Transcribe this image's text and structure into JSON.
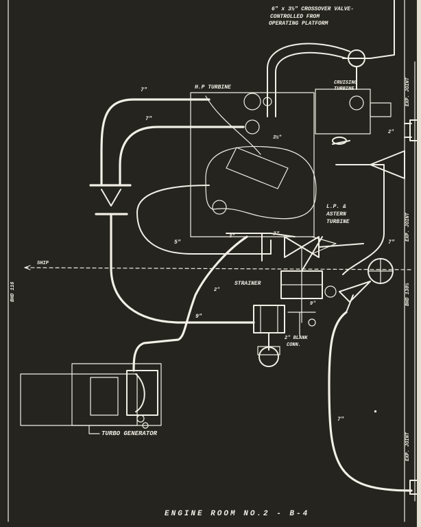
{
  "labels": {
    "crossover_valve": [
      "6\" x 3½\" CROSSOVER VALVE-",
      "CONTROLLED FROM",
      "OPERATING PLATFORM"
    ],
    "hp_turbine": "H.P TURBINE",
    "cruising_turbine": [
      "CRUISING",
      "TURBINE"
    ],
    "lp_astern_turbine": [
      "L.P. &",
      "ASTERN",
      "TURBINE"
    ],
    "strainer": "STRAINER",
    "blank_conn": [
      "2\" BLANK",
      "CONN."
    ],
    "turbo_generator": "TURBO GENERATOR",
    "ship_arrow": "SHIP",
    "bhd_left": "BHD 116",
    "bhd_right": "BHD 130½",
    "exp_joint": "EXP. JOINT",
    "footer_title": "ENGINE ROOM NO.2 - B-4"
  },
  "pipe_sizes": {
    "top_7": "7\"",
    "upper_7": "7\"",
    "three_half": "3½\"",
    "two_top": "2\"",
    "five": "5\"",
    "three": "3\"",
    "seven_mid": "7\"",
    "seven_right": "7\"",
    "two_mid": "2\"",
    "nine_left": "9\"",
    "nine_right": "9\"",
    "seven_low": "7\""
  }
}
